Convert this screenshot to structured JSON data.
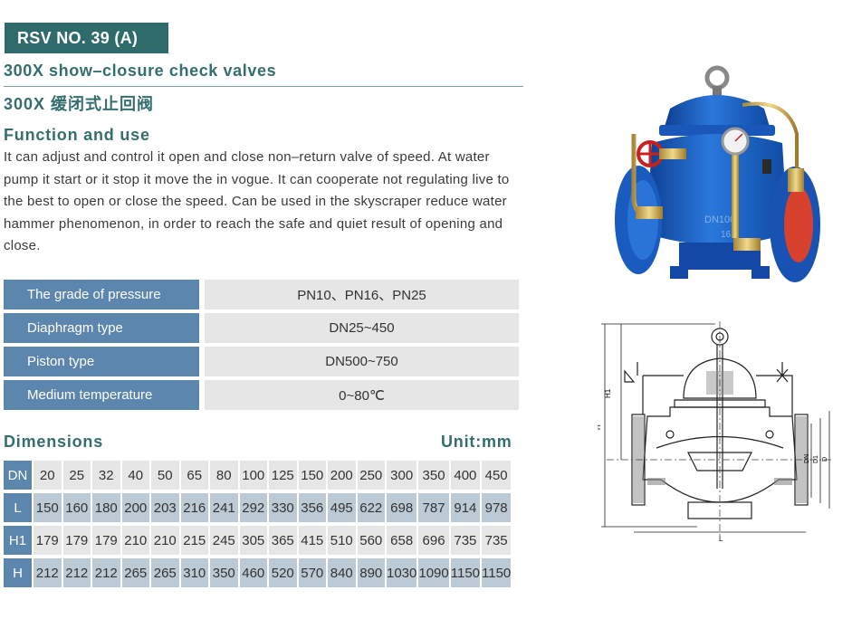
{
  "header": {
    "badge": "RSV NO. 39 (A)",
    "title_en": "300X show–closure check  valves",
    "title_cn": "300X 缓闭式止回阀"
  },
  "function": {
    "heading": "Function and use",
    "text": "It can adjust and control it open and close non–return valve of speed. At water pump it start or it stop it move the in vogue. It can cooperate not regulating live to the best to open or close the speed. Can be used in the skyscraper reduce water hammer phenomenon, in order to reach the safe and quiet result of opening and close."
  },
  "specs": [
    {
      "label": "The grade of pressure",
      "value": "PN10、PN16、PN25"
    },
    {
      "label": "Diaphragm type",
      "value": "DN25~450"
    },
    {
      "label": "Piston type",
      "value": "DN500~750"
    },
    {
      "label": "Medium temperature",
      "value": "0~80℃"
    }
  ],
  "dimensions": {
    "heading": "Dimensions",
    "unit": "Unit:mm",
    "rows": [
      {
        "label": "DN",
        "values": [
          "20",
          "25",
          "32",
          "40",
          "50",
          "65",
          "80",
          "100",
          "125",
          "150",
          "200",
          "250",
          "300",
          "350",
          "400",
          "450"
        ]
      },
      {
        "label": "L",
        "values": [
          "150",
          "160",
          "180",
          "200",
          "203",
          "216",
          "241",
          "292",
          "330",
          "356",
          "495",
          "622",
          "698",
          "787",
          "914",
          "978"
        ]
      },
      {
        "label": "H1",
        "values": [
          "179",
          "179",
          "179",
          "210",
          "210",
          "215",
          "245",
          "305",
          "365",
          "415",
          "510",
          "560",
          "658",
          "696",
          "735",
          "735"
        ]
      },
      {
        "label": "H",
        "values": [
          "212",
          "212",
          "212",
          "265",
          "265",
          "310",
          "350",
          "460",
          "520",
          "570",
          "840",
          "890",
          "1030",
          "1090",
          "1150",
          "1150"
        ]
      }
    ]
  },
  "photo": {
    "casting_text_1": "DN100",
    "casting_text_2": "16"
  },
  "drawing": {
    "label_h1": "H1",
    "label_h": "H",
    "label_l": "L",
    "label_dn": "DN",
    "label_d1": "D1",
    "label_d": "D"
  },
  "colors": {
    "accent": "#2f6b6b",
    "header_cell": "#5c86ad",
    "row_light": "#e6e6e6",
    "row_blue": "#bccad6",
    "valve_blue": "#1d5fc4"
  }
}
